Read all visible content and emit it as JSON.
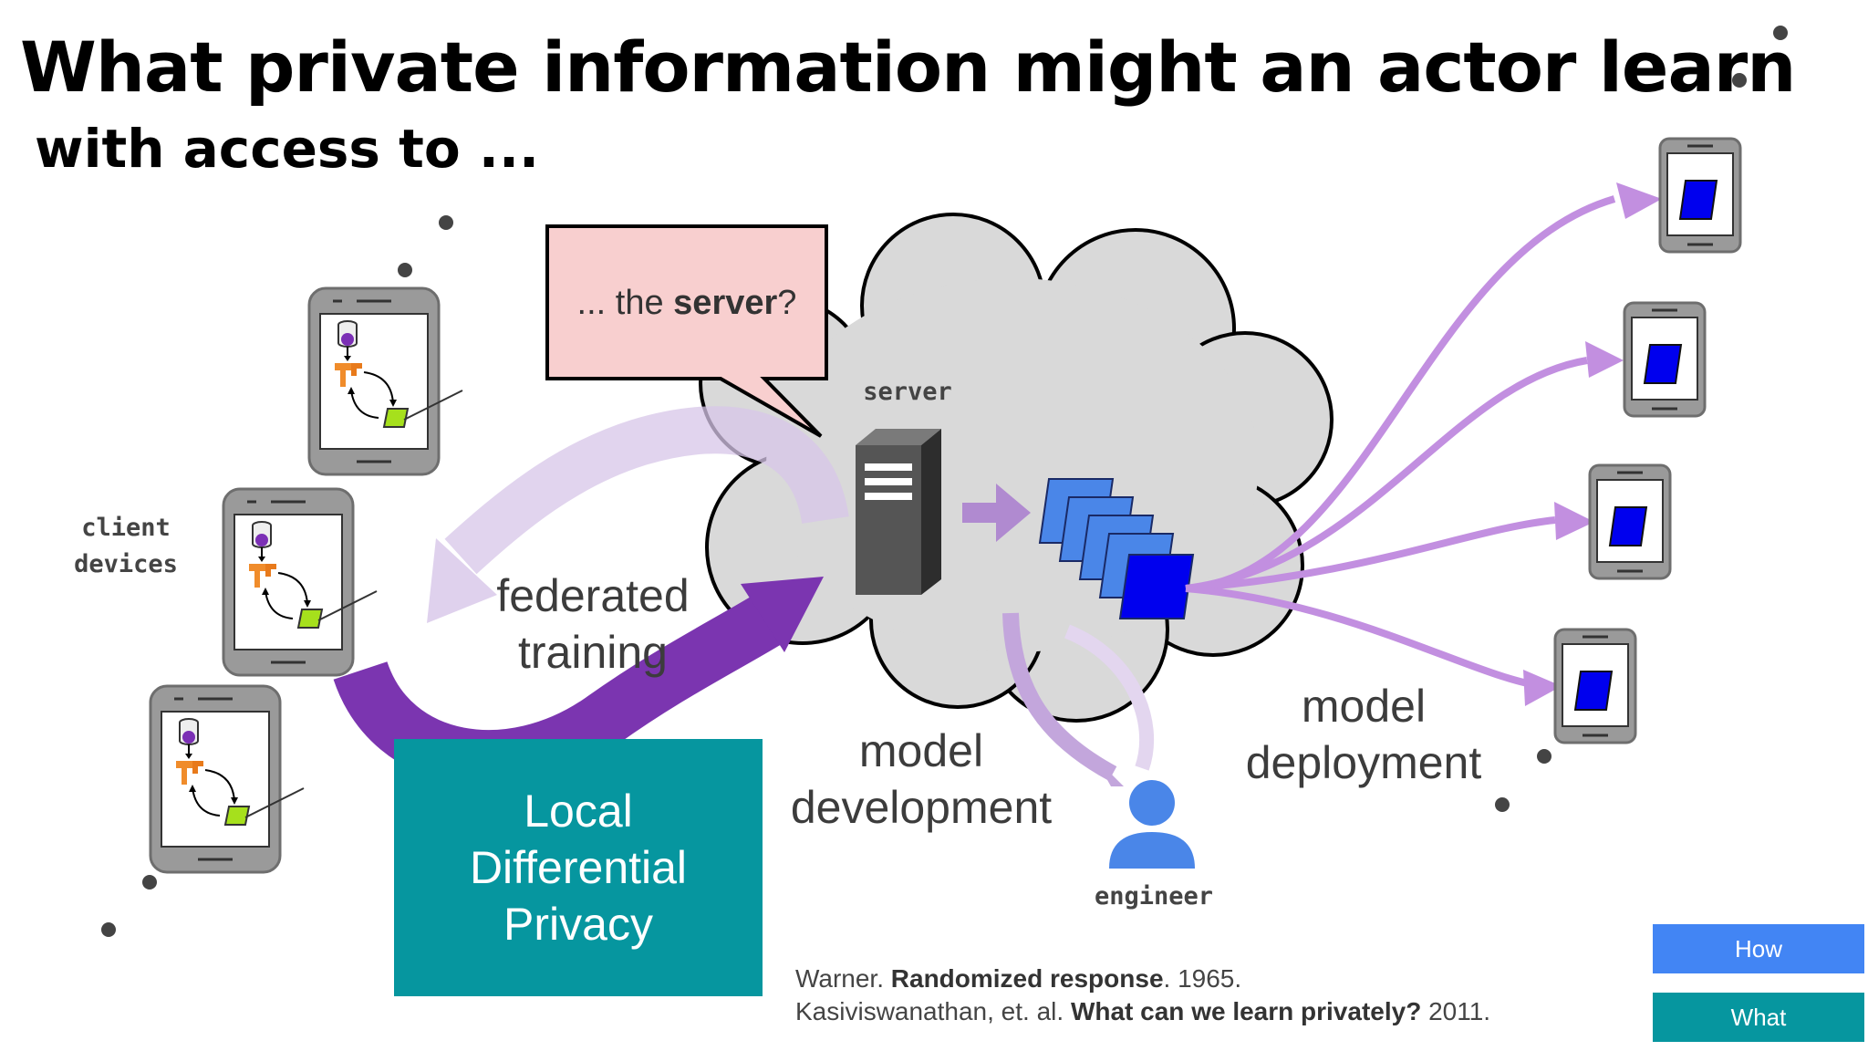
{
  "slide": {
    "title": "What private information might an actor learn",
    "subtitle": "with access to ...",
    "speech_bubble": {
      "prefix": "... the ",
      "bold": "server",
      "suffix": "?"
    },
    "labels": {
      "server": "server",
      "client_devices_line1": "client",
      "client_devices_line2": "devices",
      "federated_line1": "federated",
      "federated_line2": "training",
      "model_dev_line1": "model",
      "model_dev_line2": "development",
      "model_dep_line1": "model",
      "model_dep_line2": "deployment",
      "engineer": "engineer"
    },
    "highlight_box": {
      "line1": "Local",
      "line2": "Differential",
      "line3": "Privacy"
    },
    "references": [
      {
        "prefix": "Warner. ",
        "bold": "Randomized response",
        "suffix": ". 1965."
      },
      {
        "prefix": "Kasiviswanathan, et. al. ",
        "bold": "What can we learn privately?",
        "suffix": " 2011."
      }
    ],
    "nav": {
      "how": "How",
      "what": "What"
    }
  },
  "colors": {
    "bubble_fill": "#f8cfcf",
    "cloud_fill": "#d9d9d9",
    "purple_arrow": "#7b35b0",
    "light_purple": "#c9a2e2",
    "model_blue": "#0000ee",
    "teal": "#06969f",
    "nav_blue": "#4285f4"
  },
  "icons": [
    "phone-icon",
    "database-icon",
    "tensorflow-icon",
    "server-icon",
    "model-stack-icon",
    "person-icon"
  ]
}
